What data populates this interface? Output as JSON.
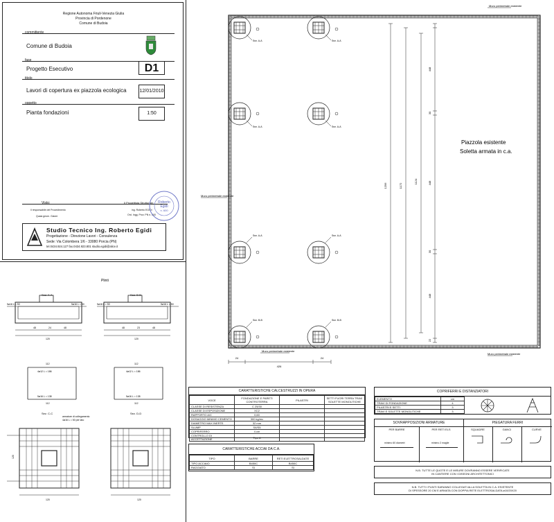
{
  "title_block": {
    "header_lines": [
      "Regione Autonoma Friuli-Venezia Giulia",
      "Provincia di Pordenone",
      "Comune di Budoia"
    ],
    "committente_label": "committente",
    "committente": "Comune di Budoia",
    "fase_label": "fase",
    "fase": "Progetto Esecutivo",
    "tavola": "D1",
    "titolo_label": "titolo",
    "titolo": "Lavori di copertura ex piazzola ecologica",
    "data": "12/01/2010",
    "oggetto_label": "oggetto",
    "oggetto": "Pianta fondazioni",
    "scala": "1:50",
    "visto_label": "Visto:",
    "visto_sub": [
      "Il responsabile del Procedimento",
      "Quaia geom. Gianni"
    ],
    "progettista_label": "Il Progettista Strutturale:",
    "progettista_sub": [
      "ing. Roberto EGIDI",
      "Ord. Ingg. Prov. PN n. 600"
    ],
    "stamp_text": [
      "Roberto",
      "Egidi",
      "n. 600"
    ],
    "studio_name": "Studio Tecnico Ing. Roberto Egidi",
    "studio_sub": "Progettazione - Direzione Lavori - Consulenza",
    "studio_addr": "Sede: Via Colombera 1/6 - 33080 Porcia (PN)",
    "studio_contacts": "tel.0434.924.127  fax.0434.923.801  studio.egidi@alice.it"
  },
  "plan": {
    "labels": {
      "top_right": "Muro perimetrale esistente",
      "left": "Muro perimetrale esistente",
      "bottom_right": "Muro perimetrale esistente",
      "bottom_left": "Muro perimetrale esistente"
    },
    "area_label": [
      "Piazzola esistente",
      "Soletta armata in c.a."
    ],
    "pillar_tags": [
      "Sez. A-A",
      "Sez. B-B"
    ],
    "bottom_dims": [
      "24",
      "426",
      "24"
    ],
    "vertical_dims": [
      "1256",
      "1172",
      "1124",
      "448",
      "30",
      "448",
      "30",
      "448",
      "22"
    ]
  },
  "details": {
    "title": "Plinti",
    "sec_aa": "Sez. A-A",
    "sec_bb": "Sez. B-B",
    "sec_cc": "Sez. C-C",
    "sec_dd": "Sez. D-D",
    "bars_top": "5ø16 L = 50",
    "bars_mid_top": "4ø12 L = 186",
    "bars_mid_bottom": "5ø16 L = 138",
    "dims_ab": [
      "48",
      "24",
      "48"
    ],
    "dims_cd": [
      "48",
      "23",
      "48"
    ],
    "dim_112": "112",
    "dim_120": "120",
    "note_cc": [
      "armature di collegamento",
      "4ø16 L = 50 per lato"
    ]
  },
  "tables": {
    "concrete": {
      "title": "CARATTERISTICHE CALCESTRUZZI IN OPERA",
      "headers": [
        "VOCE",
        "FONDAZIONE E PARETI CONTROTERRA",
        "PILASTRI",
        "SETTI FUORI TERRA TRAVI SOLETTE MONOLITICHE"
      ],
      "rows": [
        [
          "CLASSE DI RESISTENZA",
          "C 25/30",
          "",
          ""
        ],
        [
          "CLASSE DI ESPOSIZIONE",
          "XC2",
          "",
          ""
        ],
        [
          "RAPPORTO A/C",
          "0,60",
          "",
          ""
        ],
        [
          "DOSAGGIO MINIMO CEMENTO",
          "300 kg/mc",
          "",
          ""
        ],
        [
          "DIAMETRO MAX INERTE",
          "32 mm",
          "",
          ""
        ],
        [
          "SLUMP",
          "S4/S5",
          "",
          ""
        ],
        [
          "COPRIFERRO",
          "4 cm",
          "",
          ""
        ],
        [
          "CONTROLLO DI ACCETTAZIONE",
          "Tipo A",
          "",
          ""
        ]
      ]
    },
    "steel": {
      "title": "CARATTERISTICHE ACCIAI DA C.A.",
      "headers": [
        "TIPO",
        "BARRE",
        "RETI ELETTROSALDATE"
      ],
      "rows": [
        [
          "TIPO ACCIAIO",
          "B450C",
          "B450C"
        ],
        [
          "RAGGIATO",
          "SI",
          "SI"
        ]
      ]
    },
    "cover": {
      "title": "COPRIFERRI E DISTANZIATORI",
      "headers": [
        "ELEMENTO",
        "cm"
      ],
      "rows": [
        [
          "TRAVI DI FONDAZIONE",
          "4"
        ],
        [
          "PILASTRI E SETTI",
          "3"
        ],
        [
          "TRAVI E SOLETTE MONOLITICHE",
          "3"
        ]
      ]
    },
    "overlap": {
      "title": "SOVRAPPOSIZIONI ARMATURE",
      "cols": [
        "PER BARRE",
        "PER RETI ELS"
      ],
      "notes": [
        "minimo 60 diametri",
        "minimo 2 maglie"
      ]
    },
    "bending": {
      "title": "PIEGATURA FERRI",
      "cols": [
        "SQUADRE",
        "GANCI",
        "CURVE"
      ]
    },
    "note1": [
      "N.B. TUTTE LE QUOTE E LE MISURE DOVRANNO ESSERE VERIFICATE",
      "IN CANTIERE CON I DISEGNI ARCHITETTONICI"
    ],
    "note2": [
      "N.B. TUTTI I PLINTI SARANNO COLLEGATI ALLA SOLETTA IN C.A. ESISTENTE",
      "DI SPESSORE 20 CM E ARMATA CON DOPPIA RETE ELETTROSALDATA ø10/20X20"
    ]
  }
}
